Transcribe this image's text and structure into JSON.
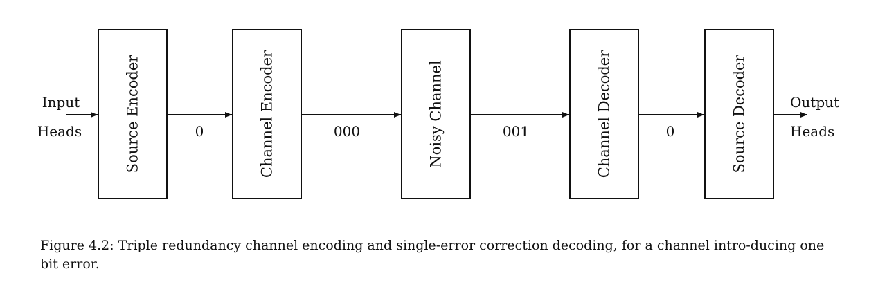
{
  "input": {
    "line1": "Input",
    "line2": "Heads"
  },
  "output": {
    "line1": "Output",
    "line2": "Heads"
  },
  "blocks": [
    {
      "label": "Source Encoder"
    },
    {
      "label": "Channel Encoder"
    },
    {
      "label": "Noisy Channel"
    },
    {
      "label": "Channel Decoder"
    },
    {
      "label": "Source Decoder"
    }
  ],
  "signals": [
    {
      "label": "0"
    },
    {
      "label": "000"
    },
    {
      "label": "001"
    },
    {
      "label": "0"
    }
  ],
  "caption": "Figure 4.2: Triple redundancy channel encoding and single-error correction decoding, for a channel intro-ducing one bit error."
}
